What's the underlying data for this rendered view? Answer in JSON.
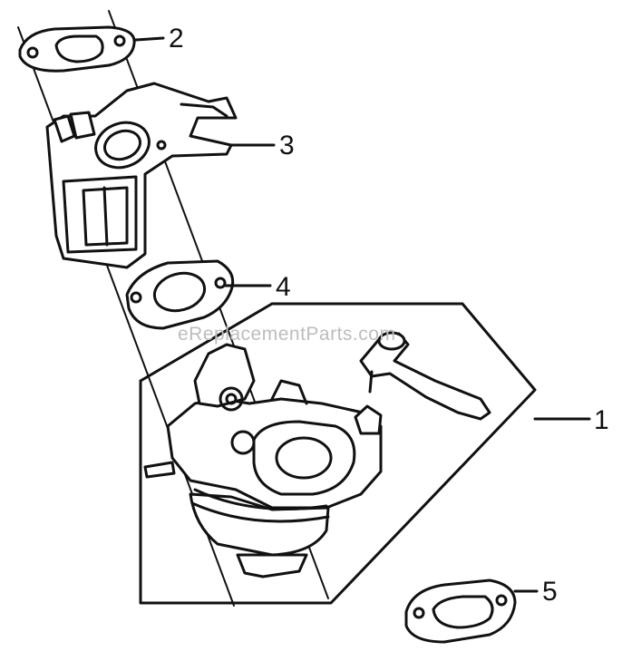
{
  "watermark": "eReplacementParts.com",
  "callouts": [
    {
      "number": "1",
      "part": "carburetor-assembly"
    },
    {
      "number": "2",
      "part": "gasket-top"
    },
    {
      "number": "3",
      "part": "insulator-plate"
    },
    {
      "number": "4",
      "part": "gasket-middle"
    },
    {
      "number": "5",
      "part": "gasket-bottom"
    }
  ],
  "colors": {
    "ink": "#111111",
    "paper": "#ffffff",
    "watermark": "#bdbdbd"
  }
}
